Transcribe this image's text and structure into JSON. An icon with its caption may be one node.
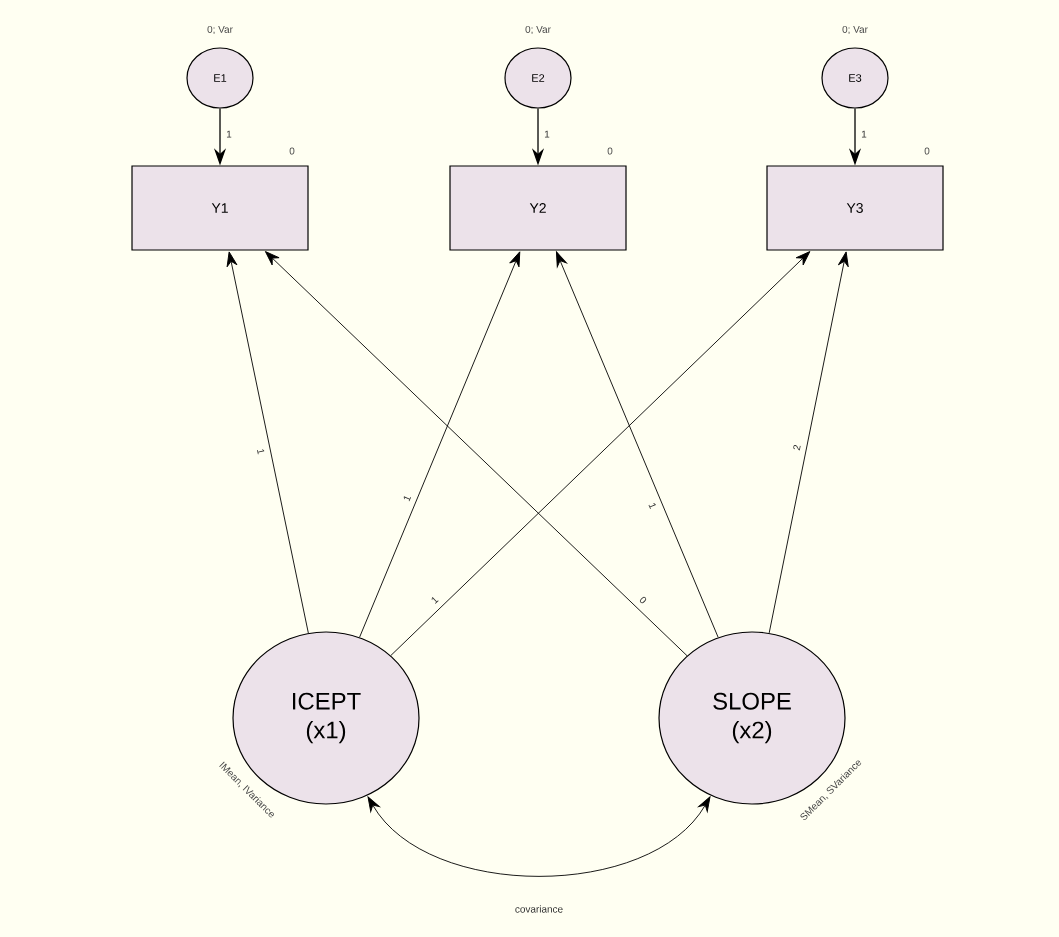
{
  "diagram": {
    "nodes": [
      {
        "text": [
          "E1"
        ],
        "beside": [
          "0; Var"
        ]
      },
      {
        "text": [
          "E2"
        ],
        "beside": [
          "0; Var"
        ]
      },
      {
        "text": [
          "E3"
        ],
        "beside": [
          "0; Var"
        ]
      },
      {
        "text": [
          "Y1"
        ],
        "beside": [
          "0"
        ]
      },
      {
        "text": [
          "Y2"
        ],
        "beside": [
          "0"
        ]
      },
      {
        "text": [
          "Y3"
        ],
        "beside": [
          "0"
        ]
      },
      {
        "text": [
          "ICEPT (x1)"
        ],
        "beside": [
          "IMean, IVariance"
        ]
      },
      {
        "text": [
          "SLOPE (x2)"
        ],
        "beside": [
          "SMean, SVariance"
        ]
      }
    ],
    "edges": [
      {
        "from": 0,
        "to": 3,
        "arrow": "to",
        "label": "1"
      },
      {
        "from": 1,
        "to": 4,
        "arrow": "to",
        "label": "1"
      },
      {
        "from": 2,
        "to": 5,
        "arrow": "to",
        "label": "1"
      },
      {
        "from": 6,
        "to": 3,
        "arrow": "to",
        "label": "1"
      },
      {
        "from": 6,
        "to": 4,
        "arrow": "to",
        "label": "1"
      },
      {
        "from": 6,
        "to": 5,
        "arrow": "to",
        "label": "1"
      },
      {
        "from": 7,
        "to": 3,
        "arrow": "to",
        "label": "0"
      },
      {
        "from": 7,
        "to": 4,
        "arrow": "to",
        "label": "1"
      },
      {
        "from": 7,
        "to": 5,
        "arrow": "to",
        "label": "2"
      },
      {
        "from": 6,
        "to": 7,
        "arrow": "both",
        "label": "covariance"
      }
    ]
  }
}
